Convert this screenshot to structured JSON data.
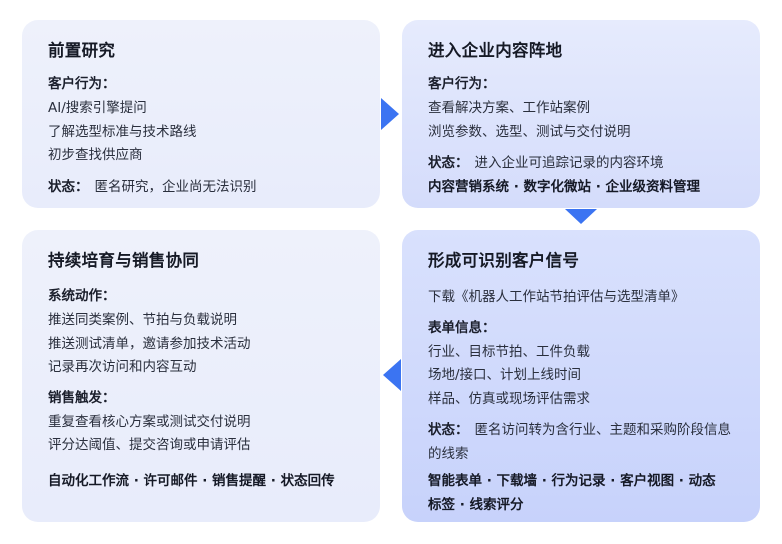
{
  "stages": {
    "research": {
      "title": "前置研究",
      "behavior_label": "客户行为：",
      "behaviors": [
        "AI/搜索引擎提问",
        "了解选型标准与技术路线",
        "初步查找供应商"
      ],
      "status_label": "状态：",
      "status_text": "匿名研究，企业尚无法识别"
    },
    "enter": {
      "title": "进入企业内容阵地",
      "behavior_label": "客户行为：",
      "behaviors": [
        "查看解决方案、工作站案例",
        "浏览参数、选型、测试与交付说明"
      ],
      "status_label": "状态：",
      "status_text": "进入企业可追踪记录的内容环境",
      "tags": "内容营销系统 · 数字化微站 · 企业级资料管理"
    },
    "signal": {
      "title": "形成可识别客户信号",
      "download": "下载《机器人工作站节拍评估与选型清单》",
      "form_label": "表单信息：",
      "form_items": [
        "行业、目标节拍、工件负载",
        "场地/接口、计划上线时间",
        "样品、仿真或现场评估需求"
      ],
      "status_label": "状态：",
      "status_line1": "匿名访问转为含行业、主题和采购阶段信息",
      "status_line2": "的线索",
      "tags_line1": "智能表单 · 下载墙 · 行为记录 · 客户视图 · 动态",
      "tags_line2": "标签 · 线索评分"
    },
    "nurture": {
      "title": "持续培育与销售协同",
      "system_label": "系统动作：",
      "system_actions": [
        "推送同类案例、节拍与负载说明",
        "推送测试清单，邀请参加技术活动",
        "记录再次访问和内容互动"
      ],
      "sales_label": "销售触发：",
      "sales_triggers": [
        "重复查看核心方案或测试交付说明",
        "评分达阈值、提交咨询或申请评估"
      ],
      "tags": "自动化工作流 · 许可邮件 · 销售提醒 · 状态回传"
    }
  },
  "colors": {
    "arrow": "#3b74f2",
    "card_light": "#eef1fb",
    "card_deep": "#c7d2fb"
  }
}
